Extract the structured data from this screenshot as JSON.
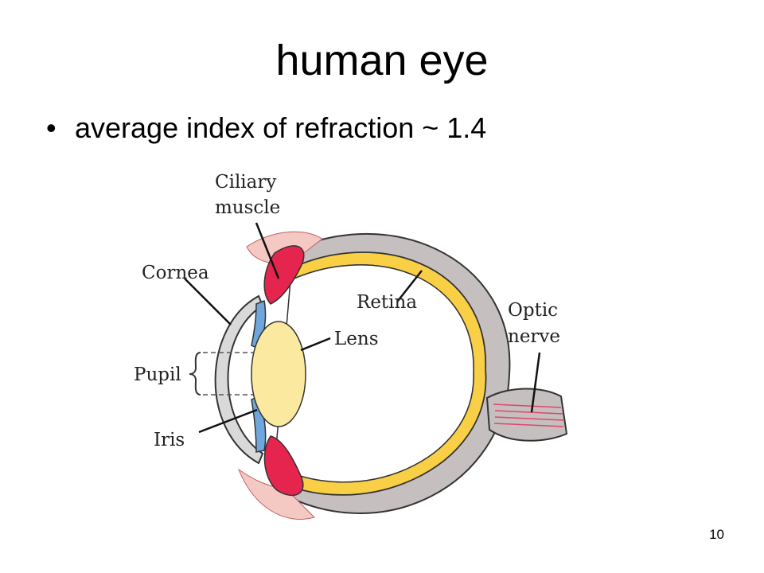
{
  "slide": {
    "title": "human eye",
    "bullet_marker": "•",
    "bullet": "average index of refraction ~ 1.4",
    "page_number": "10"
  },
  "diagram": {
    "labels": {
      "ciliary_line1": "Ciliary",
      "ciliary_line2": "muscle",
      "cornea": "Cornea",
      "retina": "Retina",
      "lens": "Lens",
      "pupil": "Pupil",
      "iris": "Iris",
      "optic_line1": "Optic",
      "optic_line2": "nerve"
    },
    "colors": {
      "sclera": "#c5bfbf",
      "retina": "#f8cf45",
      "ciliary": "#e5254e",
      "iris": "#6fa6dc",
      "lens": "#fbe9a0",
      "cornea": "#d9d9d9",
      "muscle": "#f4c9c3",
      "nerve_stripe": "#e0466a"
    }
  }
}
